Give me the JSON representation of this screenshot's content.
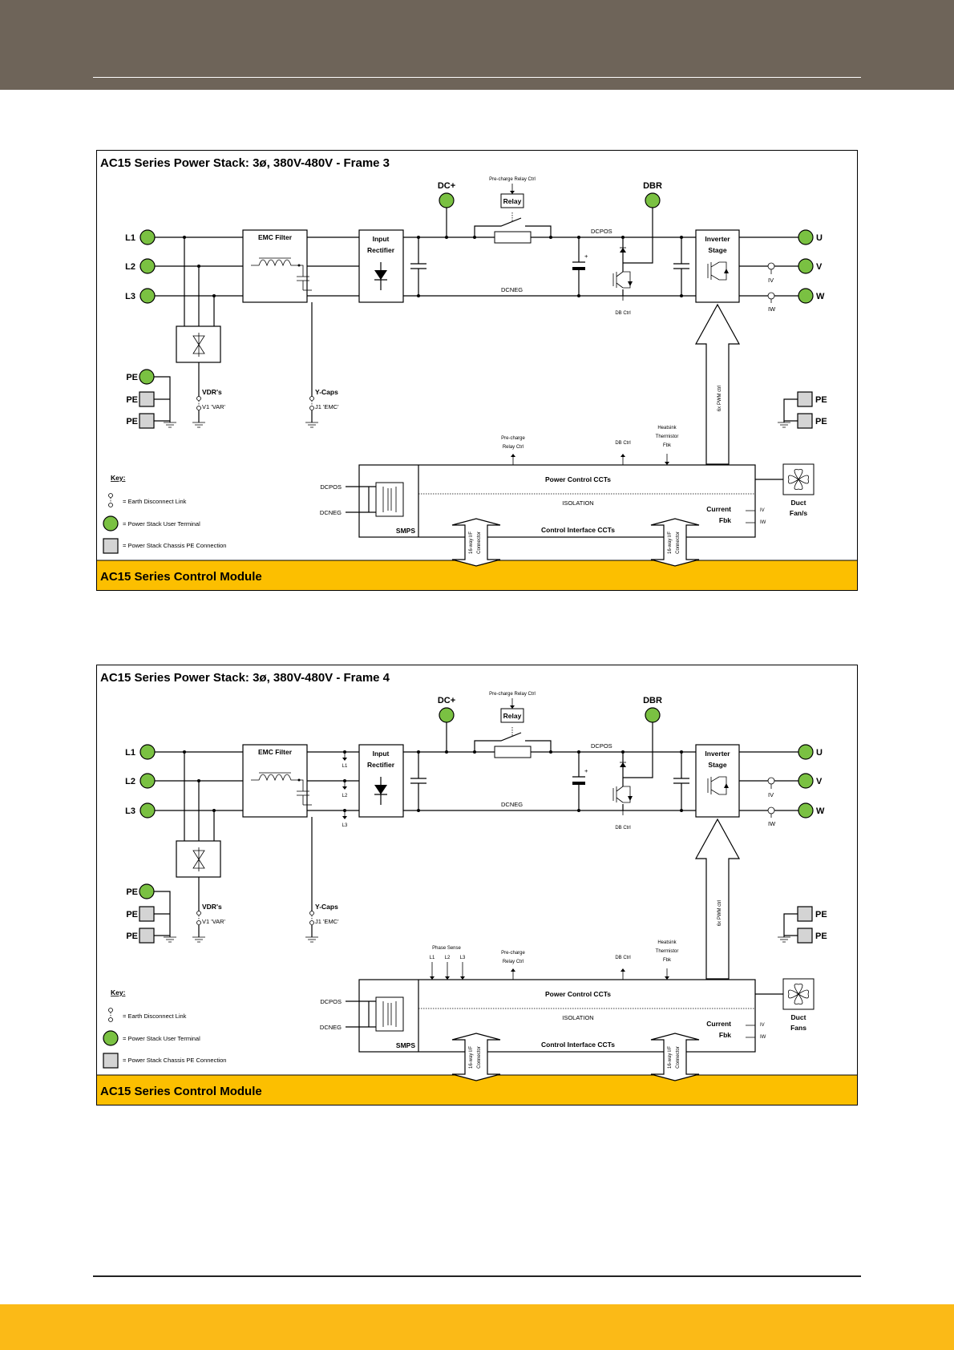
{
  "frames": [
    {
      "title": "AC15 Series Power Stack: 3ø, 380V-480V - Frame 3",
      "control_module": "AC15 Series Control Module",
      "inputs": [
        "L1",
        "L2",
        "L3"
      ],
      "outputs": [
        "U",
        "V",
        "W"
      ],
      "dcpos_node": "DC+",
      "dbr_node": "DBR",
      "pe": "PE",
      "precharge_relay_ctrl": "Pre-charge Relay Ctrl",
      "relay": "Relay",
      "dcpos": "DCPOS",
      "dcneg": "DCNEG",
      "emc_filter": "EMC Filter",
      "input_rectifier_1": "Input",
      "input_rectifier_2": "Rectifier",
      "inverter_1": "Inverter",
      "inverter_2": "Stage",
      "db_ctrl": "DB Ctrl",
      "iv": "IV",
      "iw": "IW",
      "pwm": "6x PWM ctrl",
      "vdrs": "VDR's",
      "v1_var": "V1 'VAR'",
      "y_caps": "Y-Caps",
      "j1_emc": "J1 'EMC'",
      "key": "Key:",
      "key_earth": "= Earth Disconnect Link",
      "key_terminal": "= Power Stack User Terminal",
      "key_chassis": "= Power Stack Chassis PE Connection",
      "precharge_1": "Pre-charge",
      "precharge_2": "Relay Ctrl",
      "db_ctrl_top": "DB Ctrl",
      "heatsink_1": "Heatsink",
      "heatsink_2": "Thermistor",
      "heatsink_3": "Fbk",
      "power_control": "Power Control CCTs",
      "isolation": "ISOLATION",
      "control_interface": "Control Interface CCTs",
      "smps": "SMPS",
      "current_1": "Current",
      "current_2": "Fbk",
      "duct_1": "Duct",
      "duct_2": "Fan/s",
      "conn_1": "16-way I/F",
      "conn_2": "Connector",
      "has_phase_sense": false,
      "phase_sense": "",
      "ps_labels": []
    },
    {
      "title": "AC15 Series Power Stack: 3ø, 380V-480V - Frame 4",
      "control_module": "AC15 Series Control Module",
      "inputs": [
        "L1",
        "L2",
        "L3"
      ],
      "outputs": [
        "U",
        "V",
        "W"
      ],
      "dcpos_node": "DC+",
      "dbr_node": "DBR",
      "pe": "PE",
      "precharge_relay_ctrl": "Pre-charge Relay Ctrl",
      "relay": "Relay",
      "dcpos": "DCPOS",
      "dcneg": "DCNEG",
      "emc_filter": "EMC Filter",
      "input_rectifier_1": "Input",
      "input_rectifier_2": "Rectifier",
      "inverter_1": "Inverter",
      "inverter_2": "Stage",
      "db_ctrl": "DB Ctrl",
      "iv": "IV",
      "iw": "IW",
      "pwm": "6x PWM ctrl",
      "vdrs": "VDR's",
      "v1_var": "V1 'VAR'",
      "y_caps": "Y-Caps",
      "j1_emc": "J1 'EMC'",
      "key": "Key:",
      "key_earth": "= Earth Disconnect Link",
      "key_terminal": "= Power Stack User Terminal",
      "key_chassis": "= Power Stack Chassis PE Connection",
      "precharge_1": "Pre-charge",
      "precharge_2": "Relay Ctrl",
      "db_ctrl_top": "DB Ctrl",
      "heatsink_1": "Heatsink",
      "heatsink_2": "Thermistor",
      "heatsink_3": "Fbk",
      "power_control": "Power Control CCTs",
      "isolation": "ISOLATION",
      "control_interface": "Control Interface CCTs",
      "smps": "SMPS",
      "current_1": "Current",
      "current_2": "Fbk",
      "duct_1": "Duct",
      "duct_2": "Fans",
      "conn_1": "16-way I/F",
      "conn_2": "Connector",
      "has_phase_sense": true,
      "phase_sense": "Phase Sense",
      "ps_labels": [
        "L1",
        "L2",
        "L3"
      ]
    }
  ],
  "colors": {
    "header": "#6e6459",
    "footer": "#fbba17",
    "module_band": "#fcbf00",
    "terminal_green": "#7ac142",
    "chassis_grey": "#d4d4d4"
  }
}
